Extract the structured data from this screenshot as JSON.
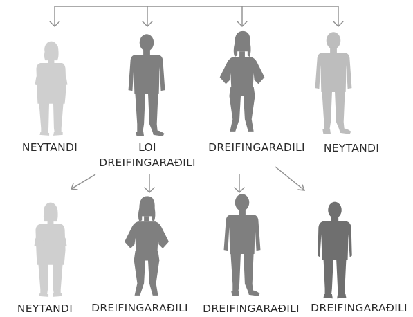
{
  "colors": {
    "connector": "#8f8f8f",
    "text": "#2b2b2b",
    "figure_light": "#cfcfcf",
    "figure_mid": "#bdbdbd",
    "figure_dark": "#7f7f7f",
    "figure_darker": "#6f6f6f"
  },
  "top_row": [
    {
      "label": [
        "NEYTANDI"
      ],
      "figure_icon": "woman-suit-icon",
      "tone": "light"
    },
    {
      "label": [
        "LOI",
        "DREIFINGARAÐILI"
      ],
      "figure_icon": "man-suit-tie-icon",
      "tone": "dark"
    },
    {
      "label": [
        "DREIFINGARAÐILI"
      ],
      "figure_icon": "woman-hands-on-hips-icon",
      "tone": "dark"
    },
    {
      "label": [
        "NEYTANDI"
      ],
      "figure_icon": "man-suit-tie-icon",
      "tone": "mid"
    }
  ],
  "bottom_row": [
    {
      "label": [
        "NEYTANDI"
      ],
      "figure_icon": "woman-suit-icon",
      "tone": "light"
    },
    {
      "label": [
        "DREIFINGARAÐILI"
      ],
      "figure_icon": "woman-hands-on-hips-icon",
      "tone": "dark"
    },
    {
      "label": [
        "DREIFINGARAÐILI"
      ],
      "figure_icon": "man-suit-tie-icon",
      "tone": "dark"
    },
    {
      "label": [
        "DREIFINGARAÐILI"
      ],
      "figure_icon": "man-casual-icon",
      "tone": "darker"
    }
  ]
}
